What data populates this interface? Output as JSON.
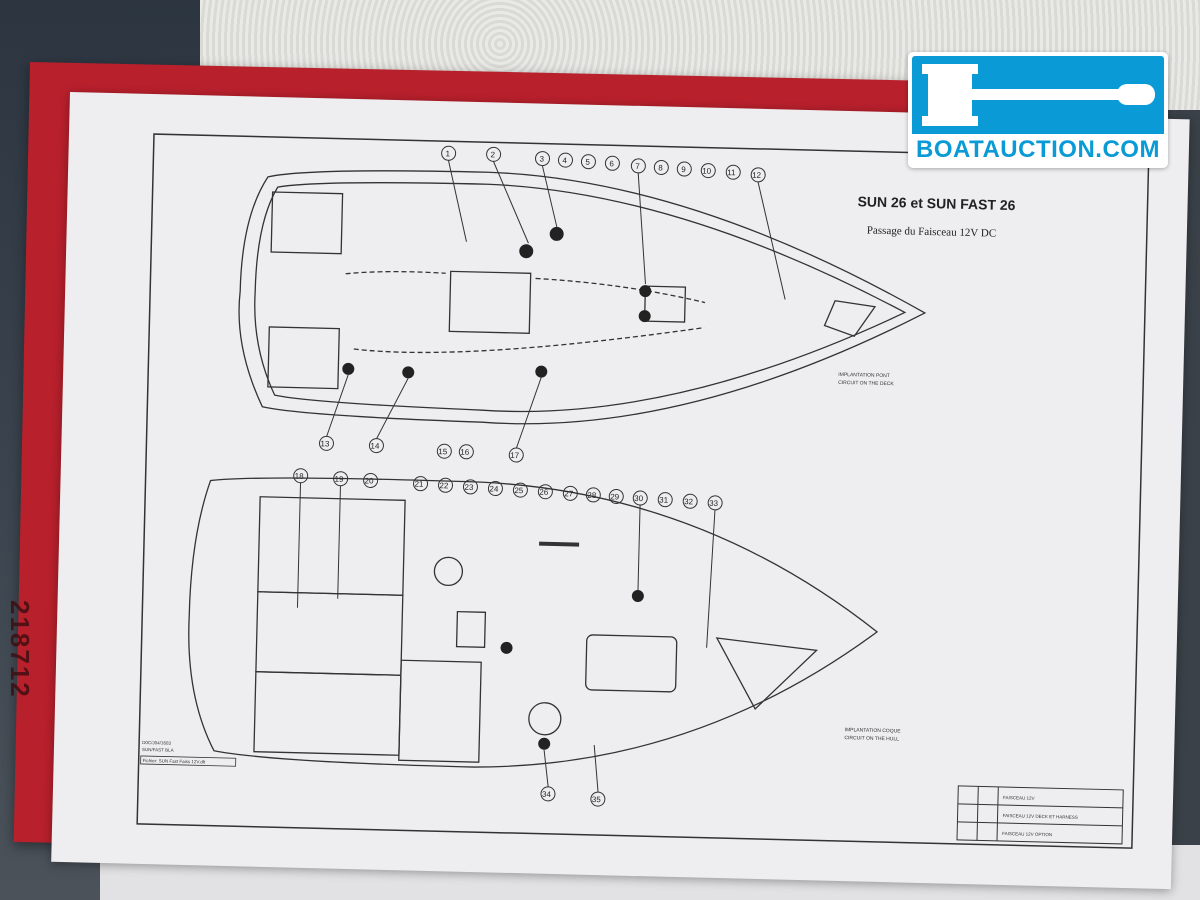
{
  "logo": {
    "text": "BOATAUCTION.COM",
    "icon": "gavel-icon",
    "color": "#0a9bd6"
  },
  "folder": {
    "side_text": "218712",
    "color": "#b8202c"
  },
  "drawing": {
    "title": "SUN 26 et SUN FAST 26",
    "subtitle": "Passage du Faisceau 12V DC",
    "deck_caption_1": "IMPLANTATION PONT",
    "deck_caption_2": "CIRCUIT ON THE DECK",
    "hull_caption_1": "IMPLANTATION COQUE",
    "hull_caption_2": "CIRCUIT ON THE HULL",
    "ref_line_1": "D0C/J04/1603",
    "ref_line_2": "SUN/FAST BLA",
    "ref_line_3": "Fichier: SUN Fast Faiss 12V.dft",
    "titleblock_row_1": "FAISCEAU 12V",
    "titleblock_row_2": "FAISCEAU 12V DECK ET HARNESS",
    "titleblock_row_3": "FAISCEAU 12V OPTION",
    "callouts_deck": [
      "1",
      "2",
      "3",
      "4",
      "5",
      "6",
      "7",
      "8",
      "9",
      "10",
      "11",
      "12",
      "13",
      "14",
      "15",
      "16",
      "17"
    ],
    "callouts_hull": [
      "18",
      "19",
      "20",
      "21",
      "22",
      "23",
      "24",
      "25",
      "26",
      "27",
      "28",
      "29",
      "30",
      "31",
      "32",
      "33",
      "34",
      "35"
    ]
  }
}
